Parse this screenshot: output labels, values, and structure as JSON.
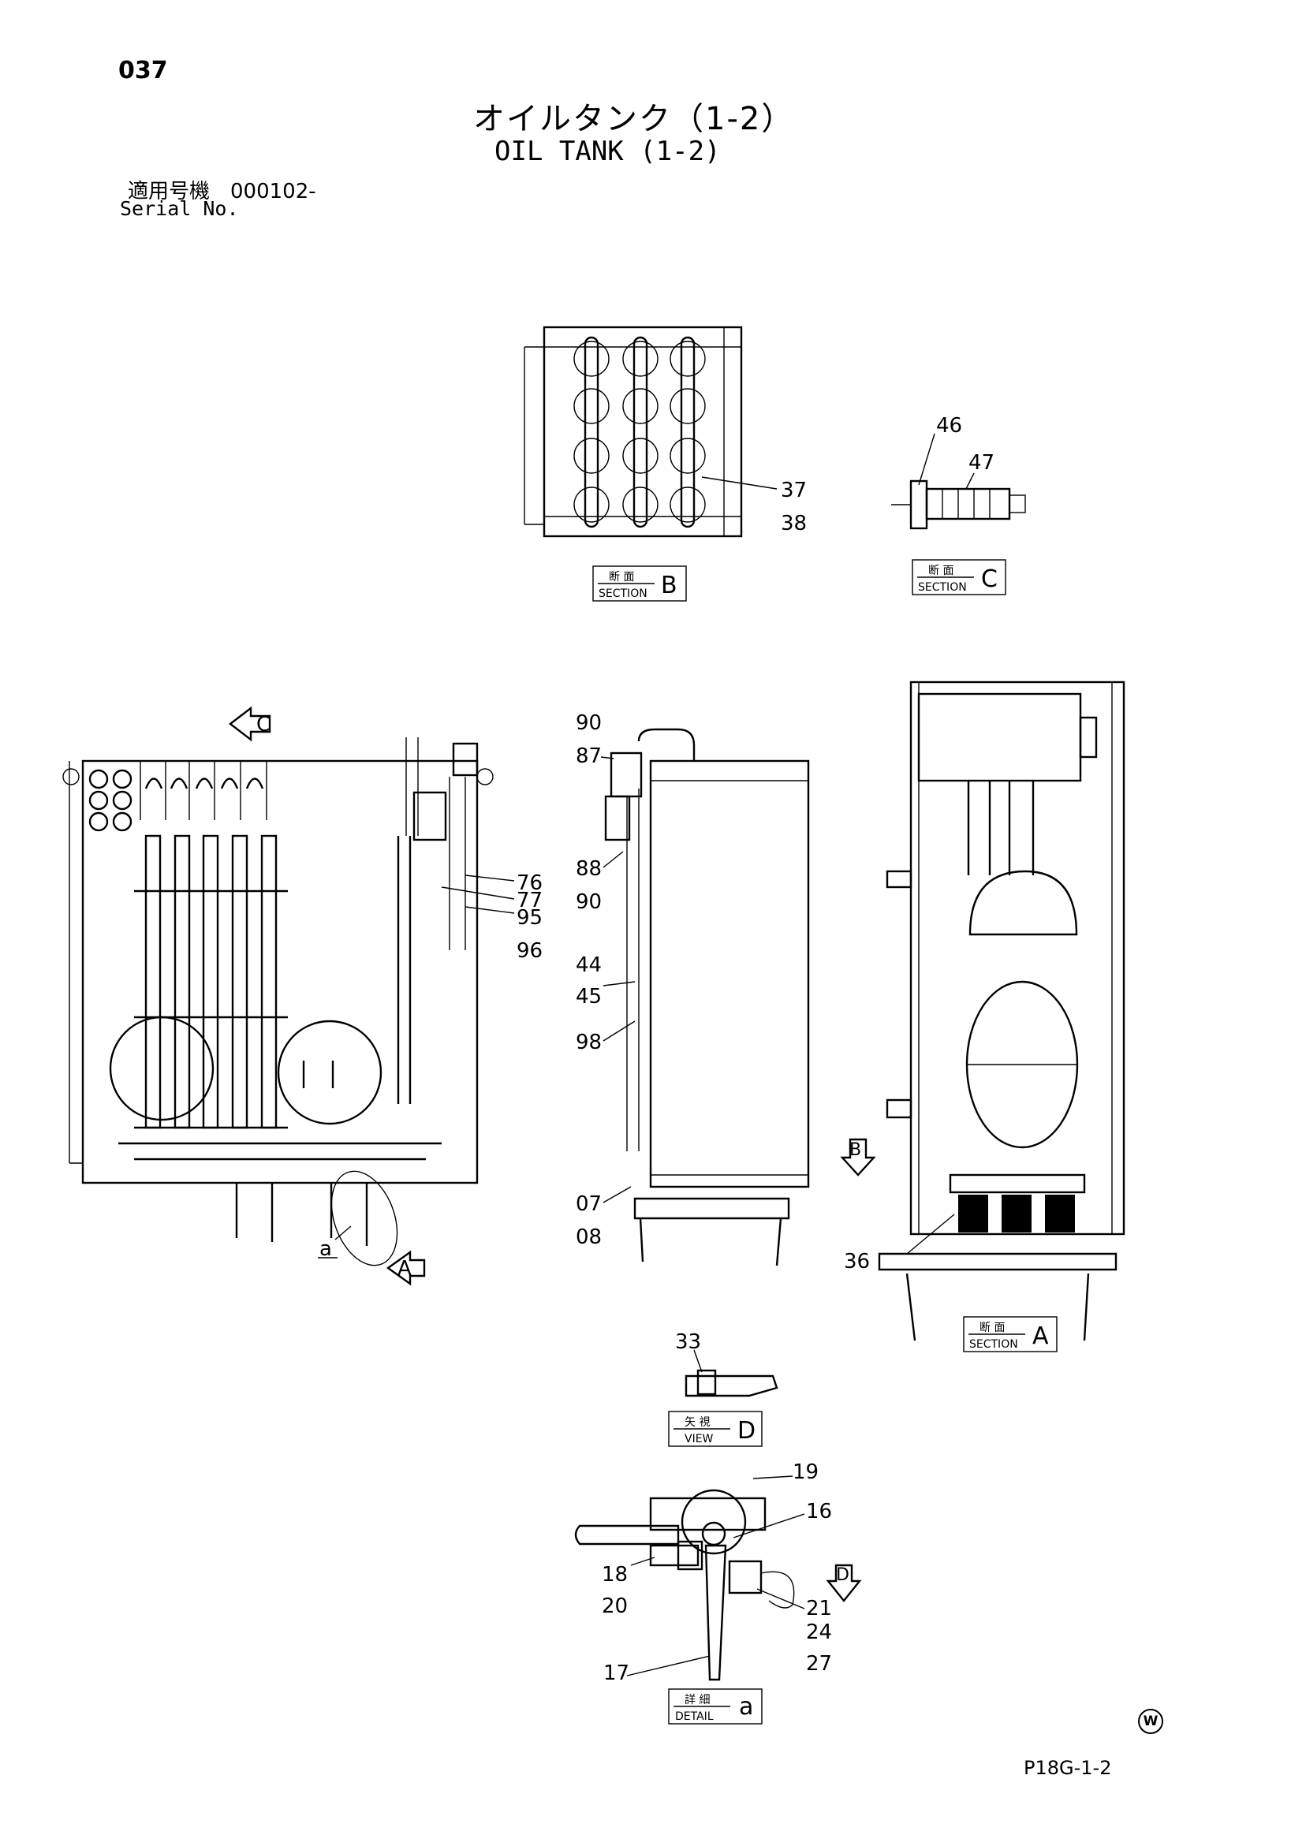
{
  "header": {
    "page_number": "037",
    "title_jp": "オイルタンク（1-2）",
    "title_en": "OIL TANK (1-2)",
    "serial_label_jp": "適用号機　000102-",
    "serial_label_en": "Serial No."
  },
  "footer": {
    "drawing_code": "P18G-1-2",
    "mark": "W"
  },
  "section_labels": {
    "b": {
      "jp": "断 面",
      "en": "SECTION",
      "letter": "B"
    },
    "c": {
      "jp": "断 面",
      "en": "SECTION",
      "letter": "C"
    },
    "a": {
      "jp": "断 面",
      "en": "SECTION",
      "letter": "A"
    },
    "view_d": {
      "jp": "矢 視",
      "en": "VIEW",
      "letter": "D"
    },
    "detail_a": {
      "jp": "詳 細",
      "en": "DETAIL",
      "letter": "a"
    }
  },
  "view_arrows": {
    "c": "C",
    "a": "A",
    "b": "B",
    "d": "D",
    "detail_ref": "a"
  },
  "callouts": {
    "c37": "37",
    "c38": "38",
    "c46": "46",
    "c47": "47",
    "c90a": "90",
    "c87": "87",
    "c88": "88",
    "c90b": "90",
    "c44": "44",
    "c45": "45",
    "c98": "98",
    "c07": "07",
    "c08": "08",
    "c76": "76",
    "c77": "77",
    "c95": "95",
    "c96": "96",
    "c36": "36",
    "c33": "33",
    "c19": "19",
    "c16": "16",
    "c18": "18",
    "c20": "20",
    "c21": "21",
    "c24": "24",
    "c27": "27",
    "c17": "17"
  }
}
